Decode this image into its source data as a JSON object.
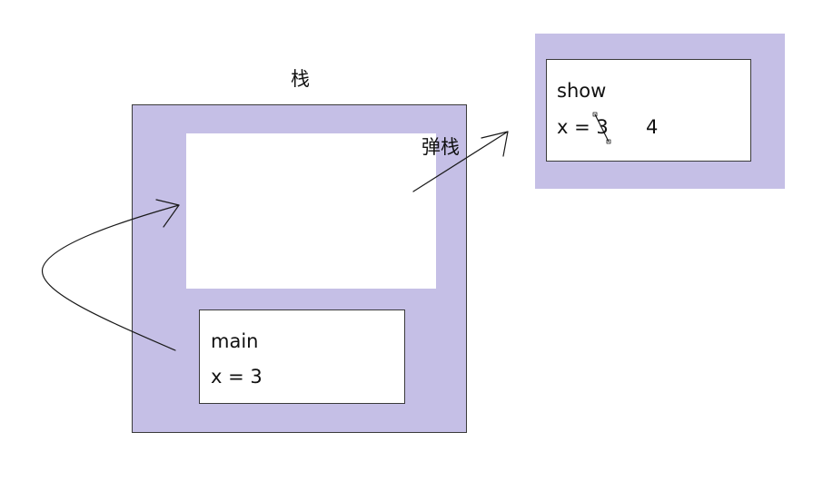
{
  "title": "栈",
  "pop_label": "弹栈",
  "main_frame": {
    "name": "main",
    "var": "x = 3"
  },
  "show_frame": {
    "name": "show",
    "var": "x = 3",
    "new_value": "4"
  },
  "colors": {
    "stack_fill": "#c5bfe6",
    "frame_fill": "#ffffff",
    "stroke": "#1a1a1a"
  }
}
